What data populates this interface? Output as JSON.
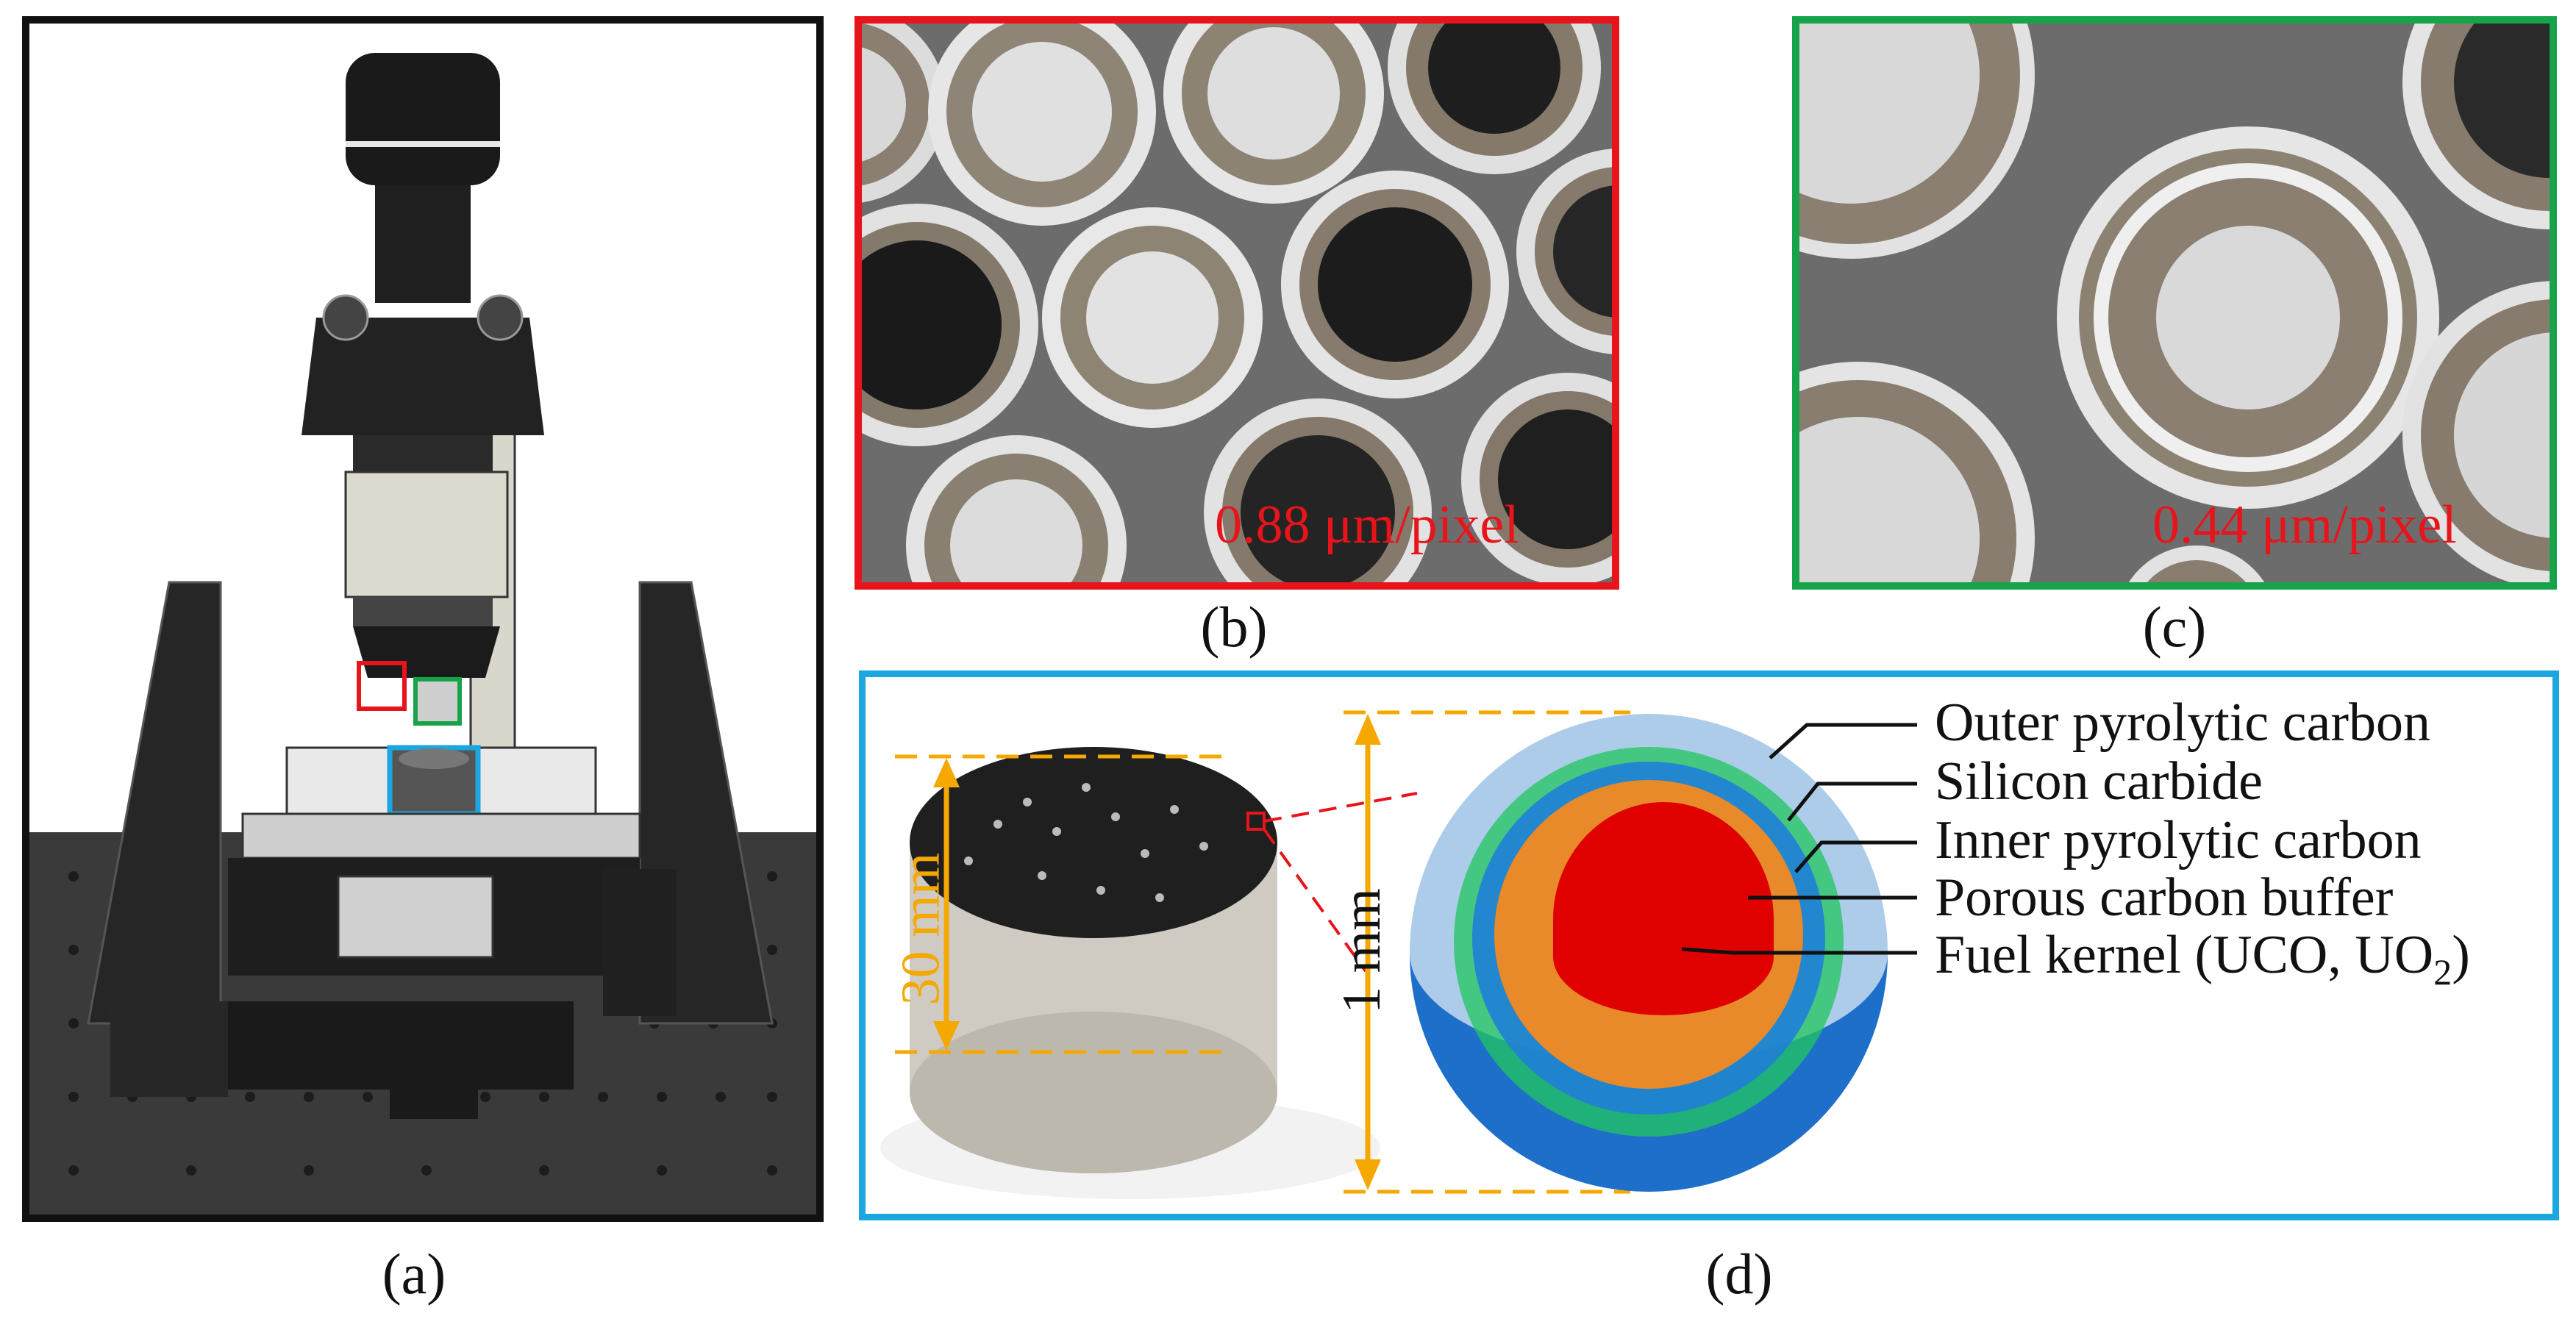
{
  "captions": {
    "a": "(a)",
    "b": "(b)",
    "c": "(c)",
    "d": "(d)"
  },
  "panel_b": {
    "scale": "0.88 μm/pixel"
  },
  "panel_c": {
    "scale": "0.44 μm/pixel"
  },
  "panel_d": {
    "dim_compact": "30 mm",
    "dim_particle": "1 mm",
    "layers": [
      {
        "label": "Outer pyrolytic carbon",
        "color": "#9ec3e6"
      },
      {
        "label": "Silicon carbide",
        "color": "#22c55e"
      },
      {
        "label": "Inner pyrolytic carbon",
        "color": "#1f7fd6"
      },
      {
        "label": "Porous carbon buffer",
        "color": "#e8892a"
      },
      {
        "label": "Fuel kernel (UCO, UO",
        "sub": "2",
        "tail": ")",
        "color": "#e00000"
      }
    ]
  },
  "colors": {
    "red_box": "#e8141b",
    "green_box": "#17a34a",
    "blue_box": "#1ba6e0",
    "dimension": "#f5a800"
  }
}
